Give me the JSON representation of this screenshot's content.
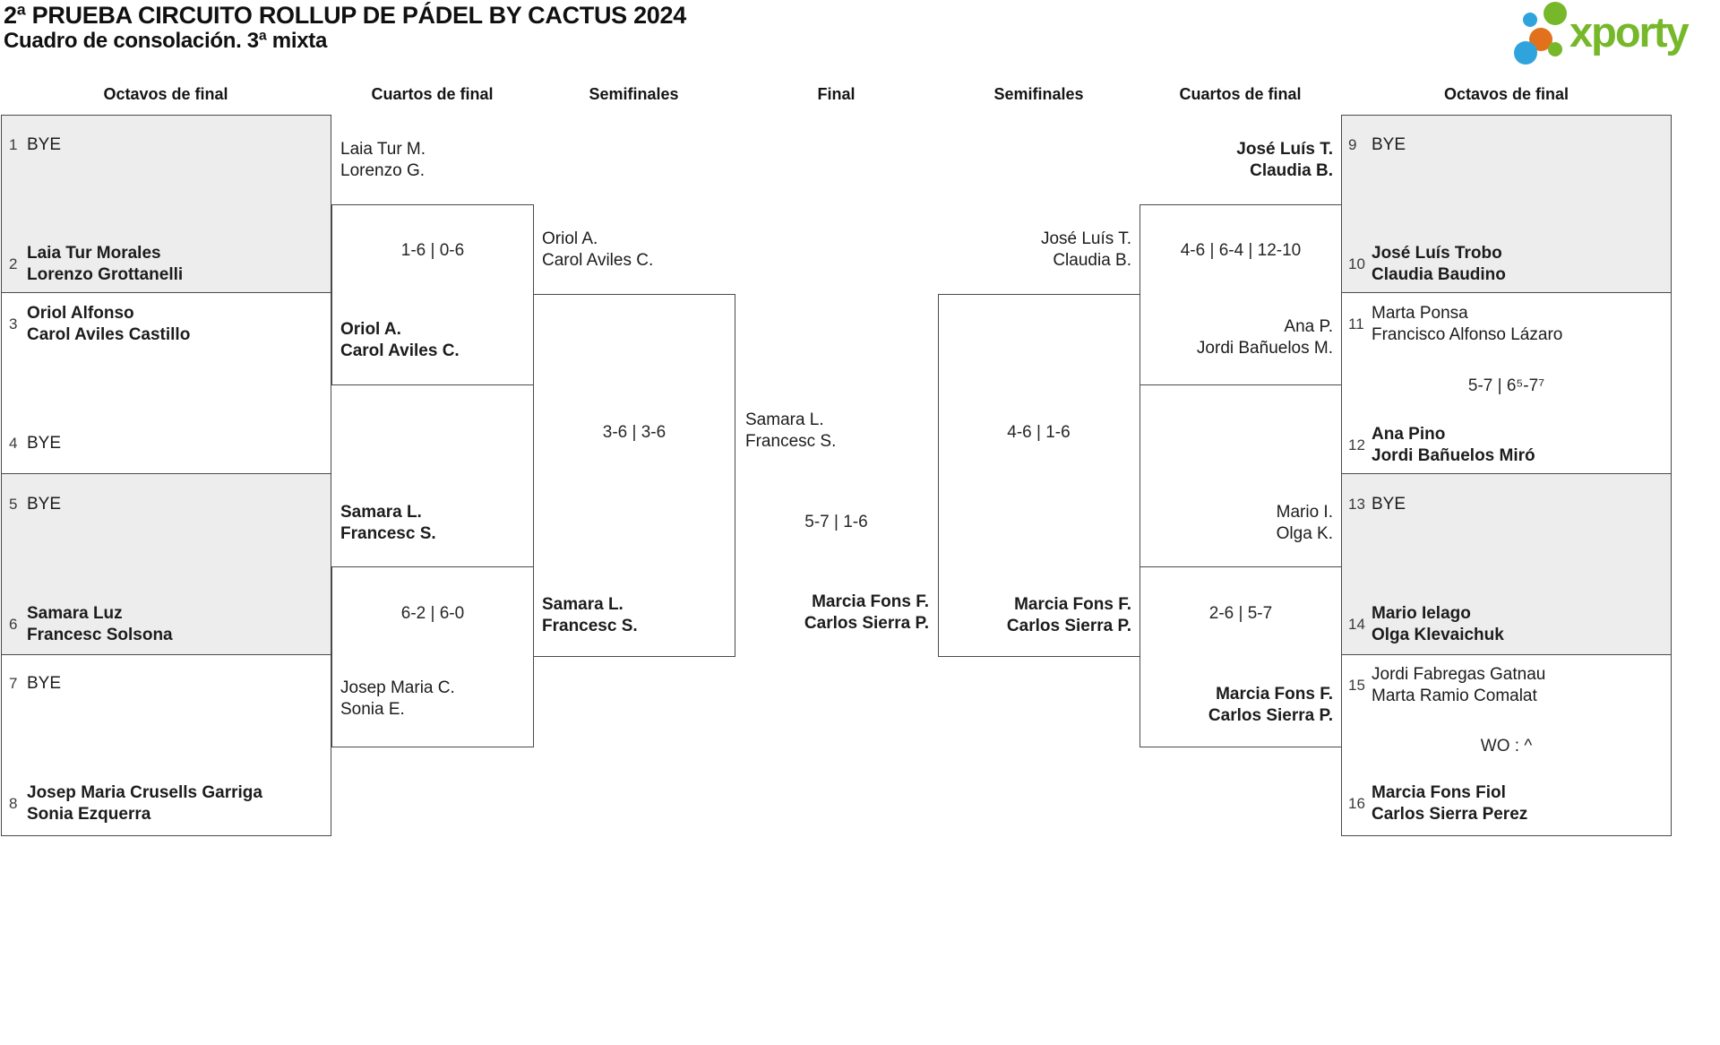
{
  "header": {
    "title": "2ª PRUEBA CIRCUITO ROLLUP DE PÁDEL BY CACTUS 2024",
    "subtitle": "Cuadro de consolación. 3ª mixta"
  },
  "logo": {
    "text": "xporty",
    "green": "#76b82a",
    "blue": "#2fa3dc",
    "orange": "#e2711d"
  },
  "round_headers": [
    "Octavos de final",
    "Cuartos de final",
    "Semifinales",
    "Final",
    "Semifinales",
    "Cuartos de final",
    "Octavos de final"
  ],
  "colors": {
    "bye_box_fill": "#ededed",
    "box_border": "#4a4a4a"
  },
  "bracket": {
    "octavos_left": [
      {
        "top": {
          "seed": "1",
          "name": "BYE",
          "winner": false
        },
        "bottom": {
          "seed": "2",
          "name": "Laia Tur Morales\nLorenzo Grottanelli",
          "winner": true
        },
        "score": ""
      },
      {
        "top": {
          "seed": "3",
          "name": "Oriol Alfonso\nCarol Aviles Castillo",
          "winner": true
        },
        "bottom": {
          "seed": "4",
          "name": "BYE",
          "winner": false
        },
        "score": ""
      },
      {
        "top": {
          "seed": "5",
          "name": "BYE",
          "winner": false
        },
        "bottom": {
          "seed": "6",
          "name": "Samara Luz\nFrancesc Solsona",
          "winner": true
        },
        "score": ""
      },
      {
        "top": {
          "seed": "7",
          "name": "BYE",
          "winner": false
        },
        "bottom": {
          "seed": "8",
          "name": "Josep Maria Crusells Garriga\nSonia Ezquerra",
          "winner": true
        },
        "score": ""
      }
    ],
    "octavos_right": [
      {
        "top": {
          "seed": "9",
          "name": "BYE",
          "winner": false
        },
        "bottom": {
          "seed": "10",
          "name": "José Luís Trobo\nClaudia Baudino",
          "winner": true
        },
        "score": ""
      },
      {
        "top": {
          "seed": "11",
          "name": "Marta Ponsa\nFrancisco Alfonso Lázaro",
          "winner": false
        },
        "bottom": {
          "seed": "12",
          "name": "Ana Pino\nJordi Bañuelos Miró",
          "winner": true
        },
        "score": "5-7 | 6⁵-7⁷"
      },
      {
        "top": {
          "seed": "13",
          "name": "BYE",
          "winner": false
        },
        "bottom": {
          "seed": "14",
          "name": "Mario Ielago\nOlga Klevaichuk",
          "winner": true
        },
        "score": ""
      },
      {
        "top": {
          "seed": "15",
          "name": "Jordi Fabregas Gatnau\nMarta Ramio Comalat",
          "winner": false
        },
        "bottom": {
          "seed": "16",
          "name": "Marcia Fons Fiol\nCarlos Sierra Perez",
          "winner": true
        },
        "score": "WO : ^"
      }
    ],
    "cuartos_left": [
      {
        "top": {
          "name": "Laia Tur M.\nLorenzo G.",
          "winner": false
        },
        "bottom": {
          "name": "Oriol A.\nCarol Aviles C.",
          "winner": true
        },
        "score": "1-6 | 0-6"
      },
      {
        "top": {
          "name": "Samara L.\nFrancesc S.",
          "winner": true
        },
        "bottom": {
          "name": "Josep Maria C.\nSonia E.",
          "winner": false
        },
        "score": "6-2 | 6-0"
      }
    ],
    "cuartos_right": [
      {
        "top": {
          "name": "José Luís T.\nClaudia B.",
          "winner": true
        },
        "bottom": {
          "name": "Ana P.\nJordi Bañuelos M.",
          "winner": false
        },
        "score": "4-6 | 6-4 | 12-10"
      },
      {
        "top": {
          "name": "Mario I.\nOlga K.",
          "winner": false
        },
        "bottom": {
          "name": "Marcia Fons F.\nCarlos Sierra P.",
          "winner": true
        },
        "score": "2-6 | 5-7"
      }
    ],
    "semifinal_left": {
      "top": {
        "name": "Oriol A.\nCarol Aviles C.",
        "winner": false
      },
      "bottom": {
        "name": "Samara L.\nFrancesc S.",
        "winner": true
      },
      "score": "3-6 | 3-6"
    },
    "semifinal_right": {
      "top": {
        "name": "José Luís T.\nClaudia B.",
        "winner": false
      },
      "bottom": {
        "name": "Marcia Fons F.\nCarlos Sierra P.",
        "winner": true
      },
      "score": "4-6 | 1-6"
    },
    "final": {
      "top": {
        "name": "Samara L.\nFrancesc S.",
        "winner": false
      },
      "bottom": {
        "name": "Marcia Fons F.\nCarlos Sierra P.",
        "winner": true
      },
      "score": "5-7 | 1-6"
    }
  }
}
